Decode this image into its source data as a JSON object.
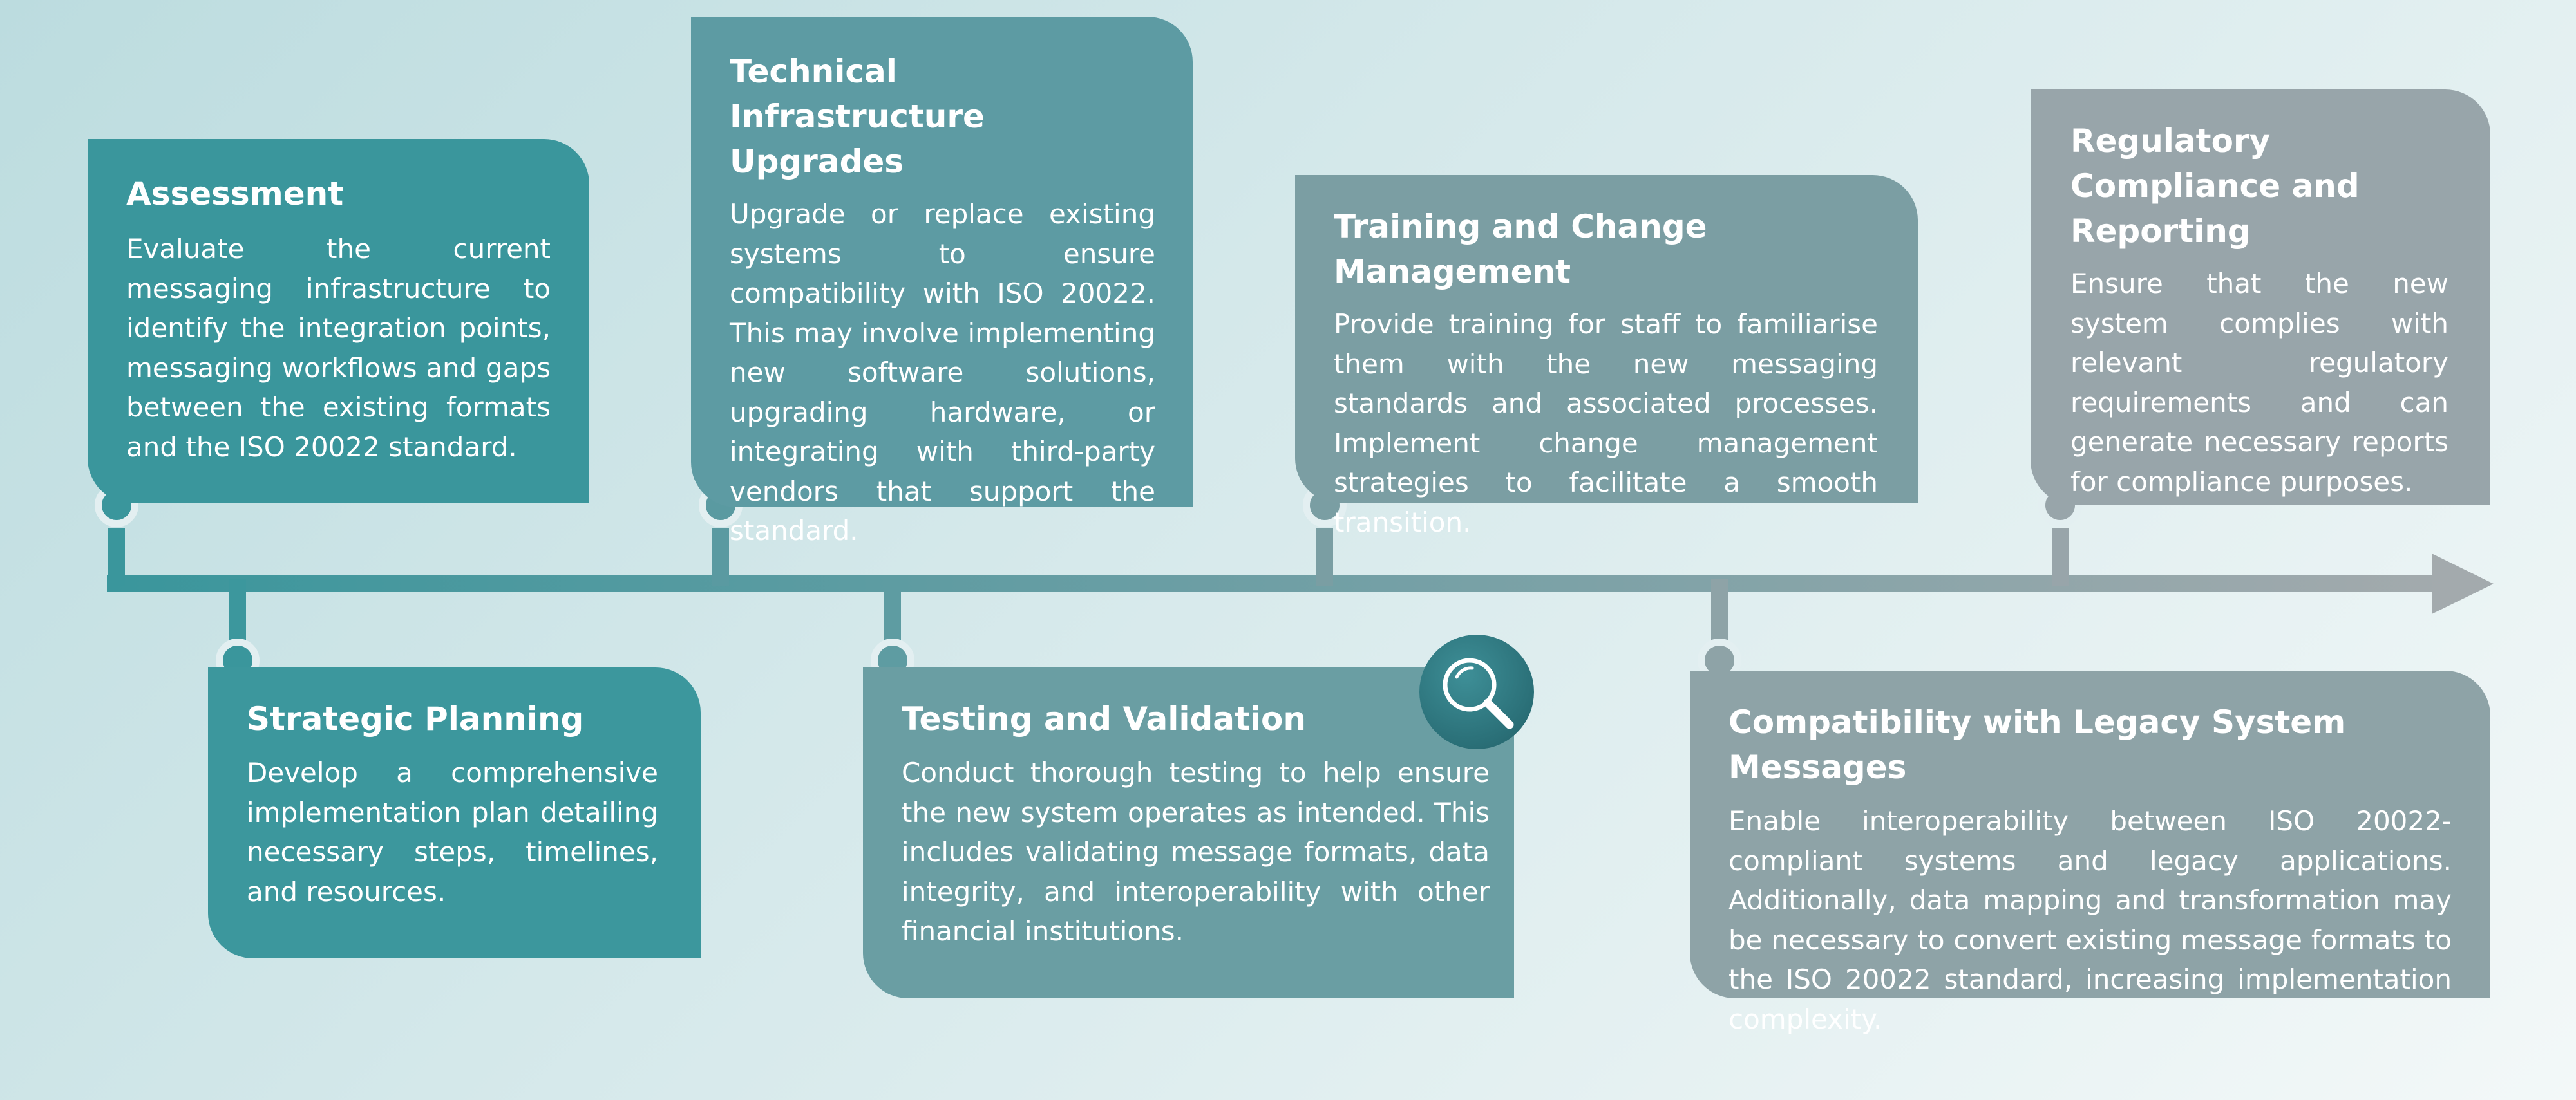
{
  "colors": {
    "teal": "#3a969c",
    "teal_mid": "#5d9ba3",
    "slate": "#7b9ea3",
    "grey": "#98a5aa",
    "arrow": "#a3aaad"
  },
  "milestones": [
    {
      "title": "Assessment",
      "body": "Evaluate the current messaging infrastructure to identify the integration points, messaging workflows and gaps between the existing formats and the ISO 20022 standard."
    },
    {
      "title": "Strategic Planning",
      "body": "Develop a comprehensive implementation plan detailing necessary steps, timelines, and resources."
    },
    {
      "title": "Technical Infrastructure Upgrades",
      "body": "Upgrade or replace existing systems to ensure compatibility with ISO 20022. This may involve implementing new software solutions, upgrading hardware, or integrating with third-party vendors that support the standard."
    },
    {
      "title": "Testing and Validation",
      "body": "Conduct thorough testing to help ensure the new system operates as intended. This includes validating message formats, data integrity, and interoperability with other financial institutions.",
      "icon": "magnifying-glass-icon"
    },
    {
      "title": "Training and Change Management",
      "body": "Provide training for staff to familiarise them with the new messaging standards and associated processes. Implement change management strategies to facilitate a smooth transition."
    },
    {
      "title": "Compatibility with Legacy System Messages",
      "body": "Enable interoperability between ISO 20022-compliant systems and legacy applications. Additionally, data mapping and transformation may be necessary to convert existing message formats to the ISO 20022 standard, increasing implementation complexity."
    },
    {
      "title": "Regulatory Compliance and Reporting",
      "body": "Ensure that the new system complies with relevant regulatory requirements and can generate necessary reports for compliance purposes."
    }
  ]
}
